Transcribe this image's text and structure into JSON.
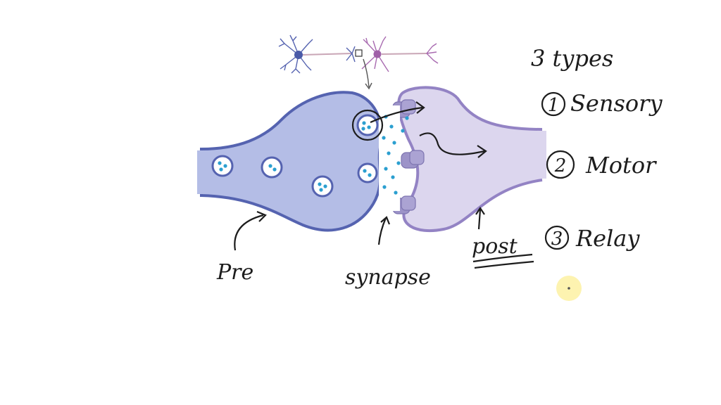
{
  "annotations": {
    "pre": "Pre",
    "synapse": "synapse",
    "post": "post"
  },
  "types": {
    "heading": "3 types",
    "items": [
      {
        "number": "1",
        "label": "Sensory"
      },
      {
        "number": "2",
        "label": "Motor"
      },
      {
        "number": "3",
        "label": "Relay"
      }
    ]
  },
  "colors": {
    "presynaptic_fill": "#b4bde6",
    "presynaptic_stroke": "#5563b0",
    "postsynaptic_fill": "#dcd6ee",
    "postsynaptic_stroke": "#9383c4",
    "neurotransmitter": "#2b9fd0",
    "receptor": "#9c93c8",
    "ink": "#1c1c1c",
    "cursor_highlight": "#fdf3b0"
  }
}
